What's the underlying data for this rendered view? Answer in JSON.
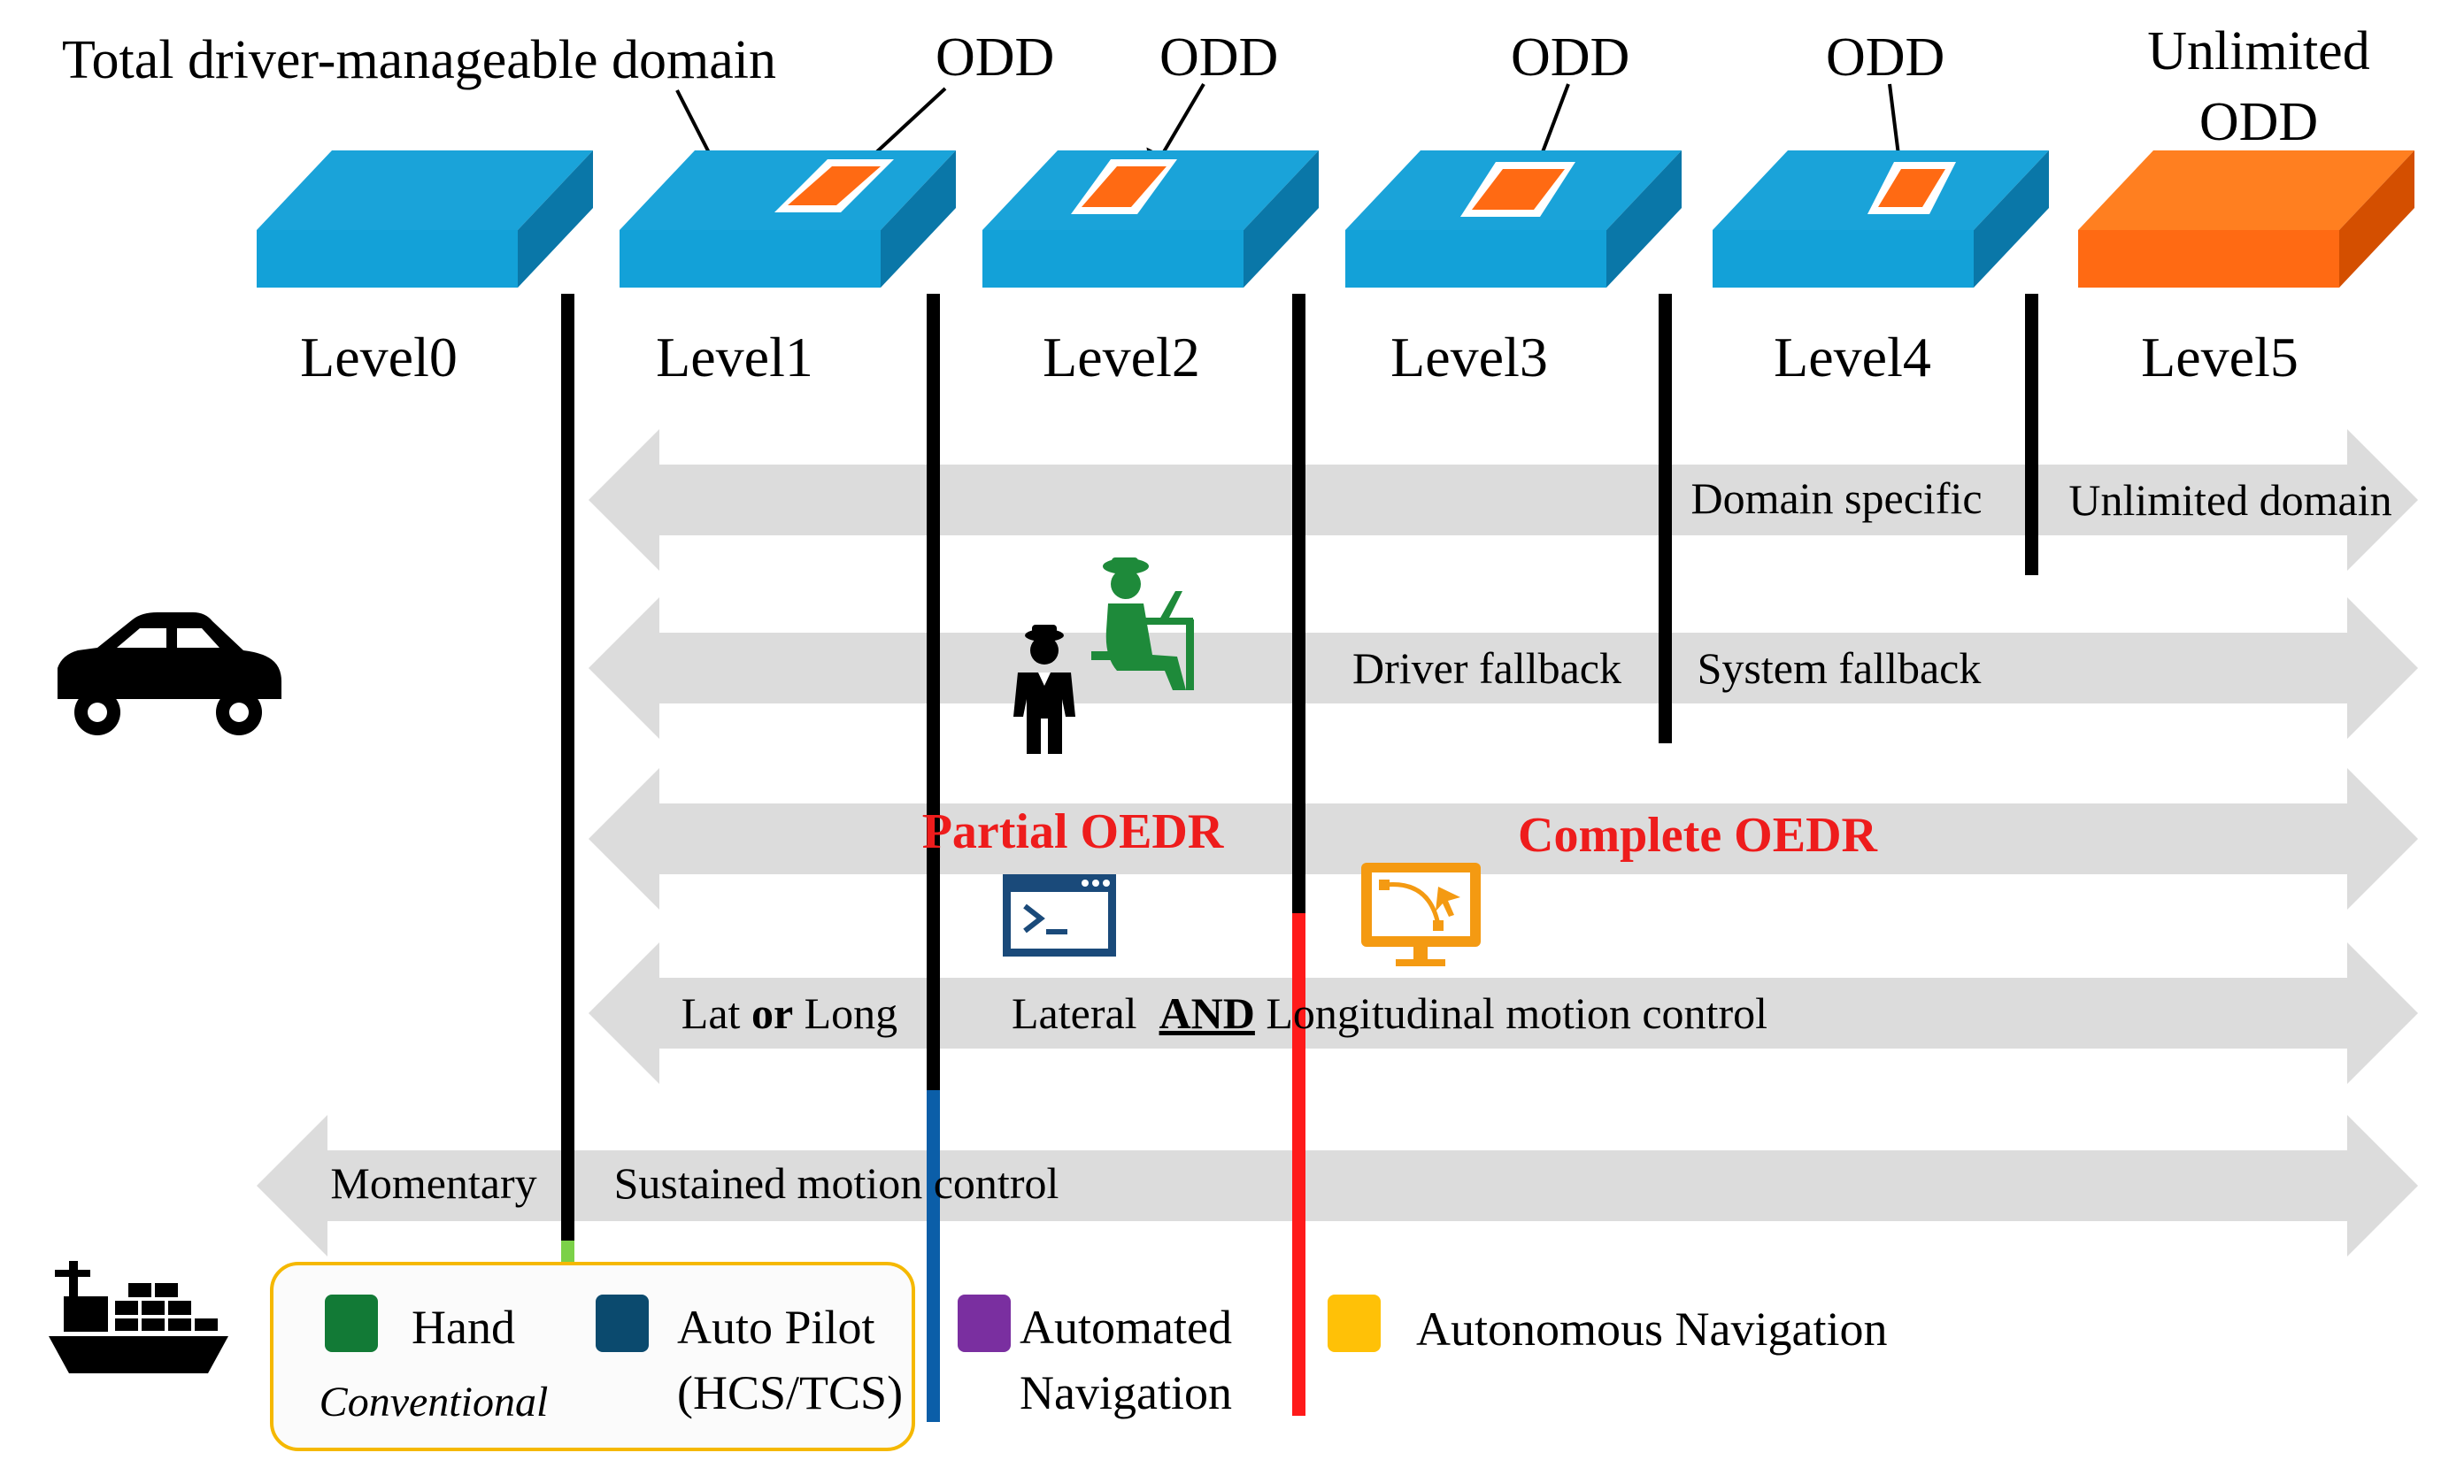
{
  "header": {
    "total_domain_label": "Total driver-manageable  domain",
    "odd_labels": [
      "ODD",
      "ODD",
      "ODD",
      "ODD"
    ],
    "unlimited_odd_line1": "Unlimited",
    "unlimited_odd_line2": "ODD"
  },
  "levels": [
    "Level0",
    "Level1",
    "Level2",
    "Level3",
    "Level4",
    "Level5"
  ],
  "arrows": {
    "domain": {
      "left": "Domain specific",
      "right": "Unlimited  domain"
    },
    "fallback": {
      "left": "Driver  fallback",
      "right": "System fallback"
    },
    "oedr": {
      "left": "Partial OEDR",
      "right": "Complete OEDR"
    },
    "motion": {
      "left_pre": "Lat ",
      "left_bold": "or",
      "left_post": " Long",
      "right_pre": "Lateral  ",
      "right_bold": "AND",
      "right_post": " Longitudinal motion control"
    },
    "sustained": {
      "left": "Momentary",
      "right": "Sustained motion control"
    }
  },
  "legend": {
    "hand": "Hand",
    "conventional": "Conventional",
    "autopilot_line1": "Auto Pilot",
    "autopilot_line2": "(HCS/TCS)",
    "automated_line1": "Automated",
    "automated_line2": "Navigation",
    "autonomous": "Autonomous  Navigation"
  },
  "colors": {
    "block_top": "#1aa3d9",
    "block_front": "#13a1d8",
    "block_side": "#0a77a8",
    "odd_orange": "#ff6a13",
    "arrow_gray": "#dcdcdc",
    "red_text": "#ee1c1c",
    "separator_black": "#000000",
    "separator_green": "#7bd148",
    "separator_blue": "#0b5ea8",
    "separator_red": "#ff1a1a",
    "legend_green": "#127a36",
    "legend_navy": "#0b4a6e",
    "legend_purple": "#7a2fa0",
    "legend_yellow": "#ffc107",
    "legend_border": "#f5b800",
    "person_green": "#1e8a3a",
    "terminal_blue": "#1a4a7a",
    "monitor_orange": "#f49a12"
  },
  "icons": [
    "car-icon",
    "ship-icon",
    "driver-icon",
    "remote-operator-icon",
    "terminal-icon",
    "monitor-icon"
  ]
}
